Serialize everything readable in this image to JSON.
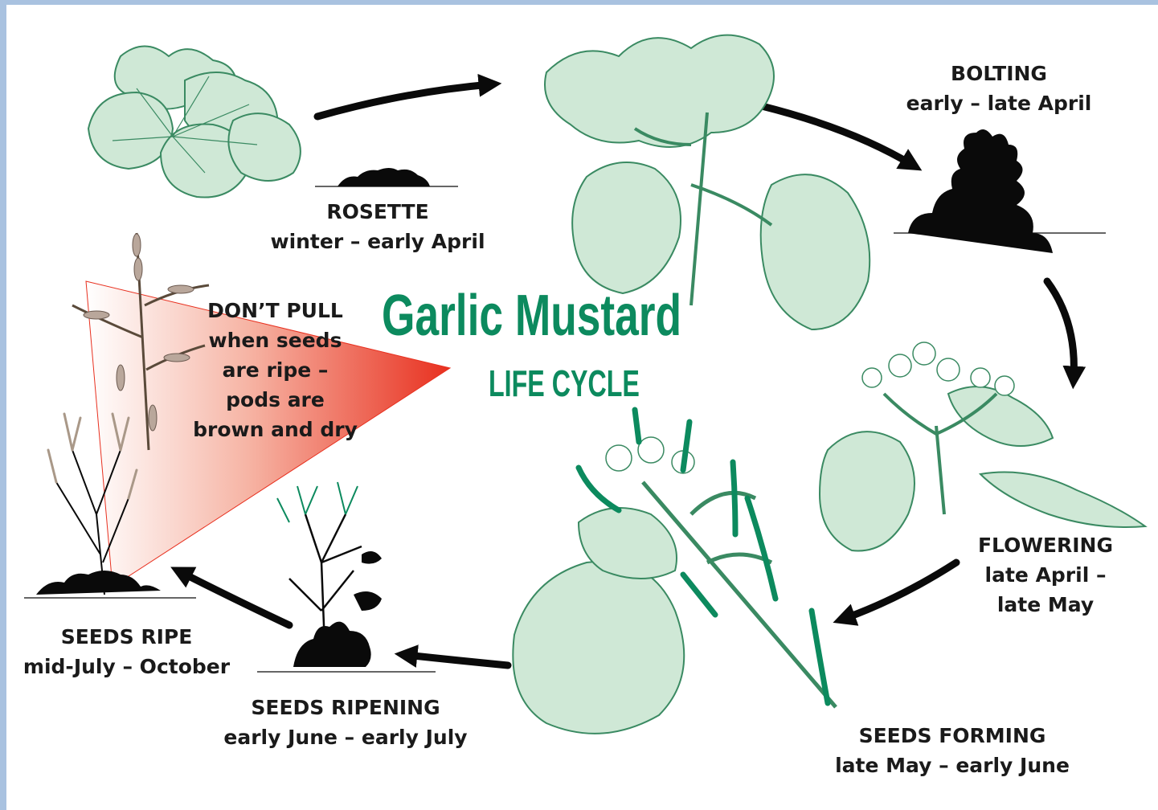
{
  "title": {
    "main": "Garlic Mustard",
    "sub": "LIFE CYCLE"
  },
  "stages": [
    {
      "name": "ROSETTE",
      "period": "winter – early April"
    },
    {
      "name": "BOLTING",
      "period": "early – late April"
    },
    {
      "name": "FLOWERING",
      "period_line1": "late April –",
      "period_line2": "late May"
    },
    {
      "name": "SEEDS FORMING",
      "period": "late May – early June"
    },
    {
      "name": "SEEDS RIPENING",
      "period": "early June – early July"
    },
    {
      "name": "SEEDS RIPE",
      "period": "mid-July – October"
    }
  ],
  "warning": {
    "line1": "DON’T PULL",
    "line2": "when seeds",
    "line3": "are ripe –",
    "line4": "pods are",
    "line5": "brown and dry"
  },
  "colors": {
    "title_green": "#0c8a5e",
    "leaf_fill": "#cfe8d6",
    "leaf_vein": "#3a8a62",
    "warning_red": "#e8301f",
    "silhouette": "#0a0a0a",
    "frame": "#a9c2e0"
  }
}
